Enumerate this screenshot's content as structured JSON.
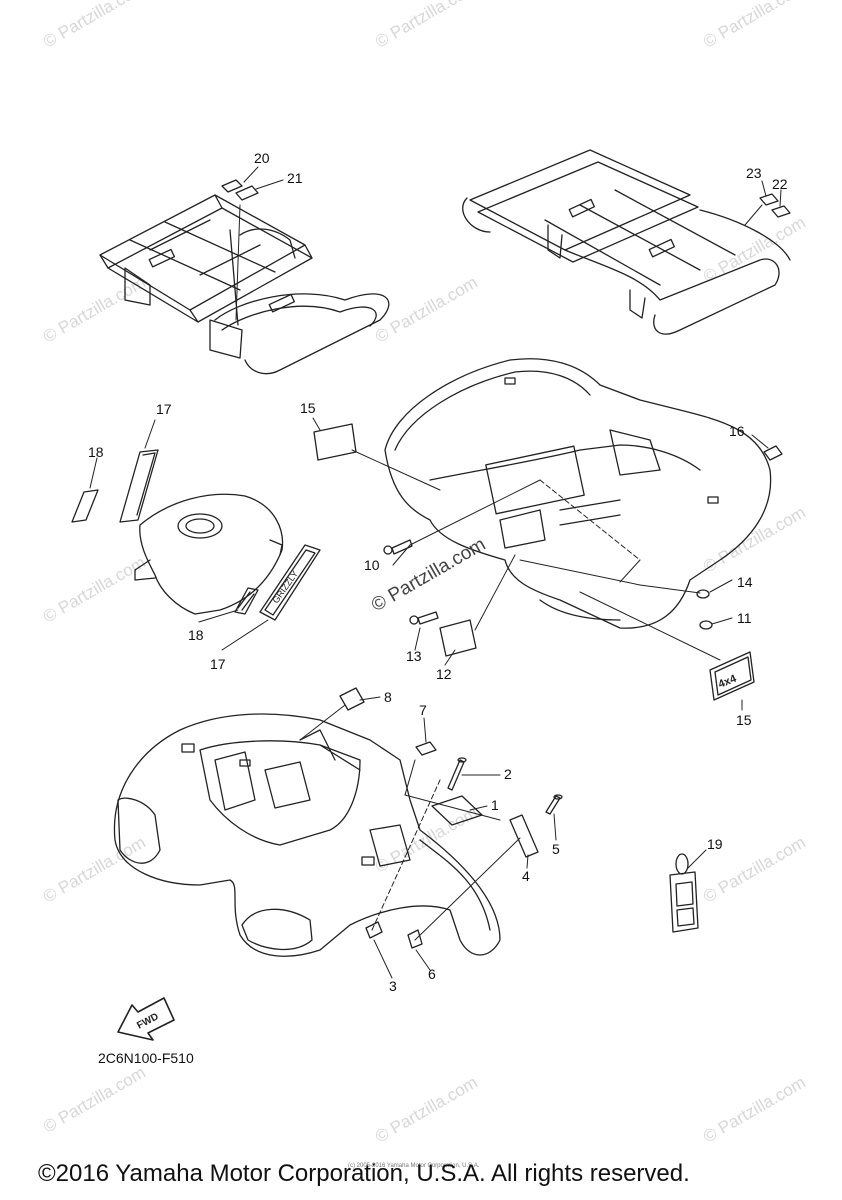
{
  "watermark": {
    "text": "© Partzilla.com"
  },
  "center_watermark": {
    "text": "© Partzilla.com"
  },
  "callouts": {
    "c1": "1",
    "c2": "2",
    "c3": "3",
    "c4": "4",
    "c5": "5",
    "c6": "6",
    "c7": "7",
    "c8": "8",
    "c10": "10",
    "c11": "11",
    "c12": "12",
    "c13": "13",
    "c14": "14",
    "c15a": "15",
    "c15b": "15",
    "c16": "16",
    "c17a": "17",
    "c17b": "17",
    "c18a": "18",
    "c18b": "18",
    "c19": "19",
    "c20": "20",
    "c21": "21",
    "c22": "22",
    "c23": "23"
  },
  "emblems": {
    "grizzly": "GRIZZLY",
    "fourbyfour": "4x4",
    "fwd": "FWD"
  },
  "catalog_code": "2C6N100-F510",
  "copyright": "©2016 Yamaha Motor Corporation, U.S.A. All rights reserved.",
  "fine_print": "(c) 2005-2016 Yamaha Motor Corporation, U.S.A."
}
